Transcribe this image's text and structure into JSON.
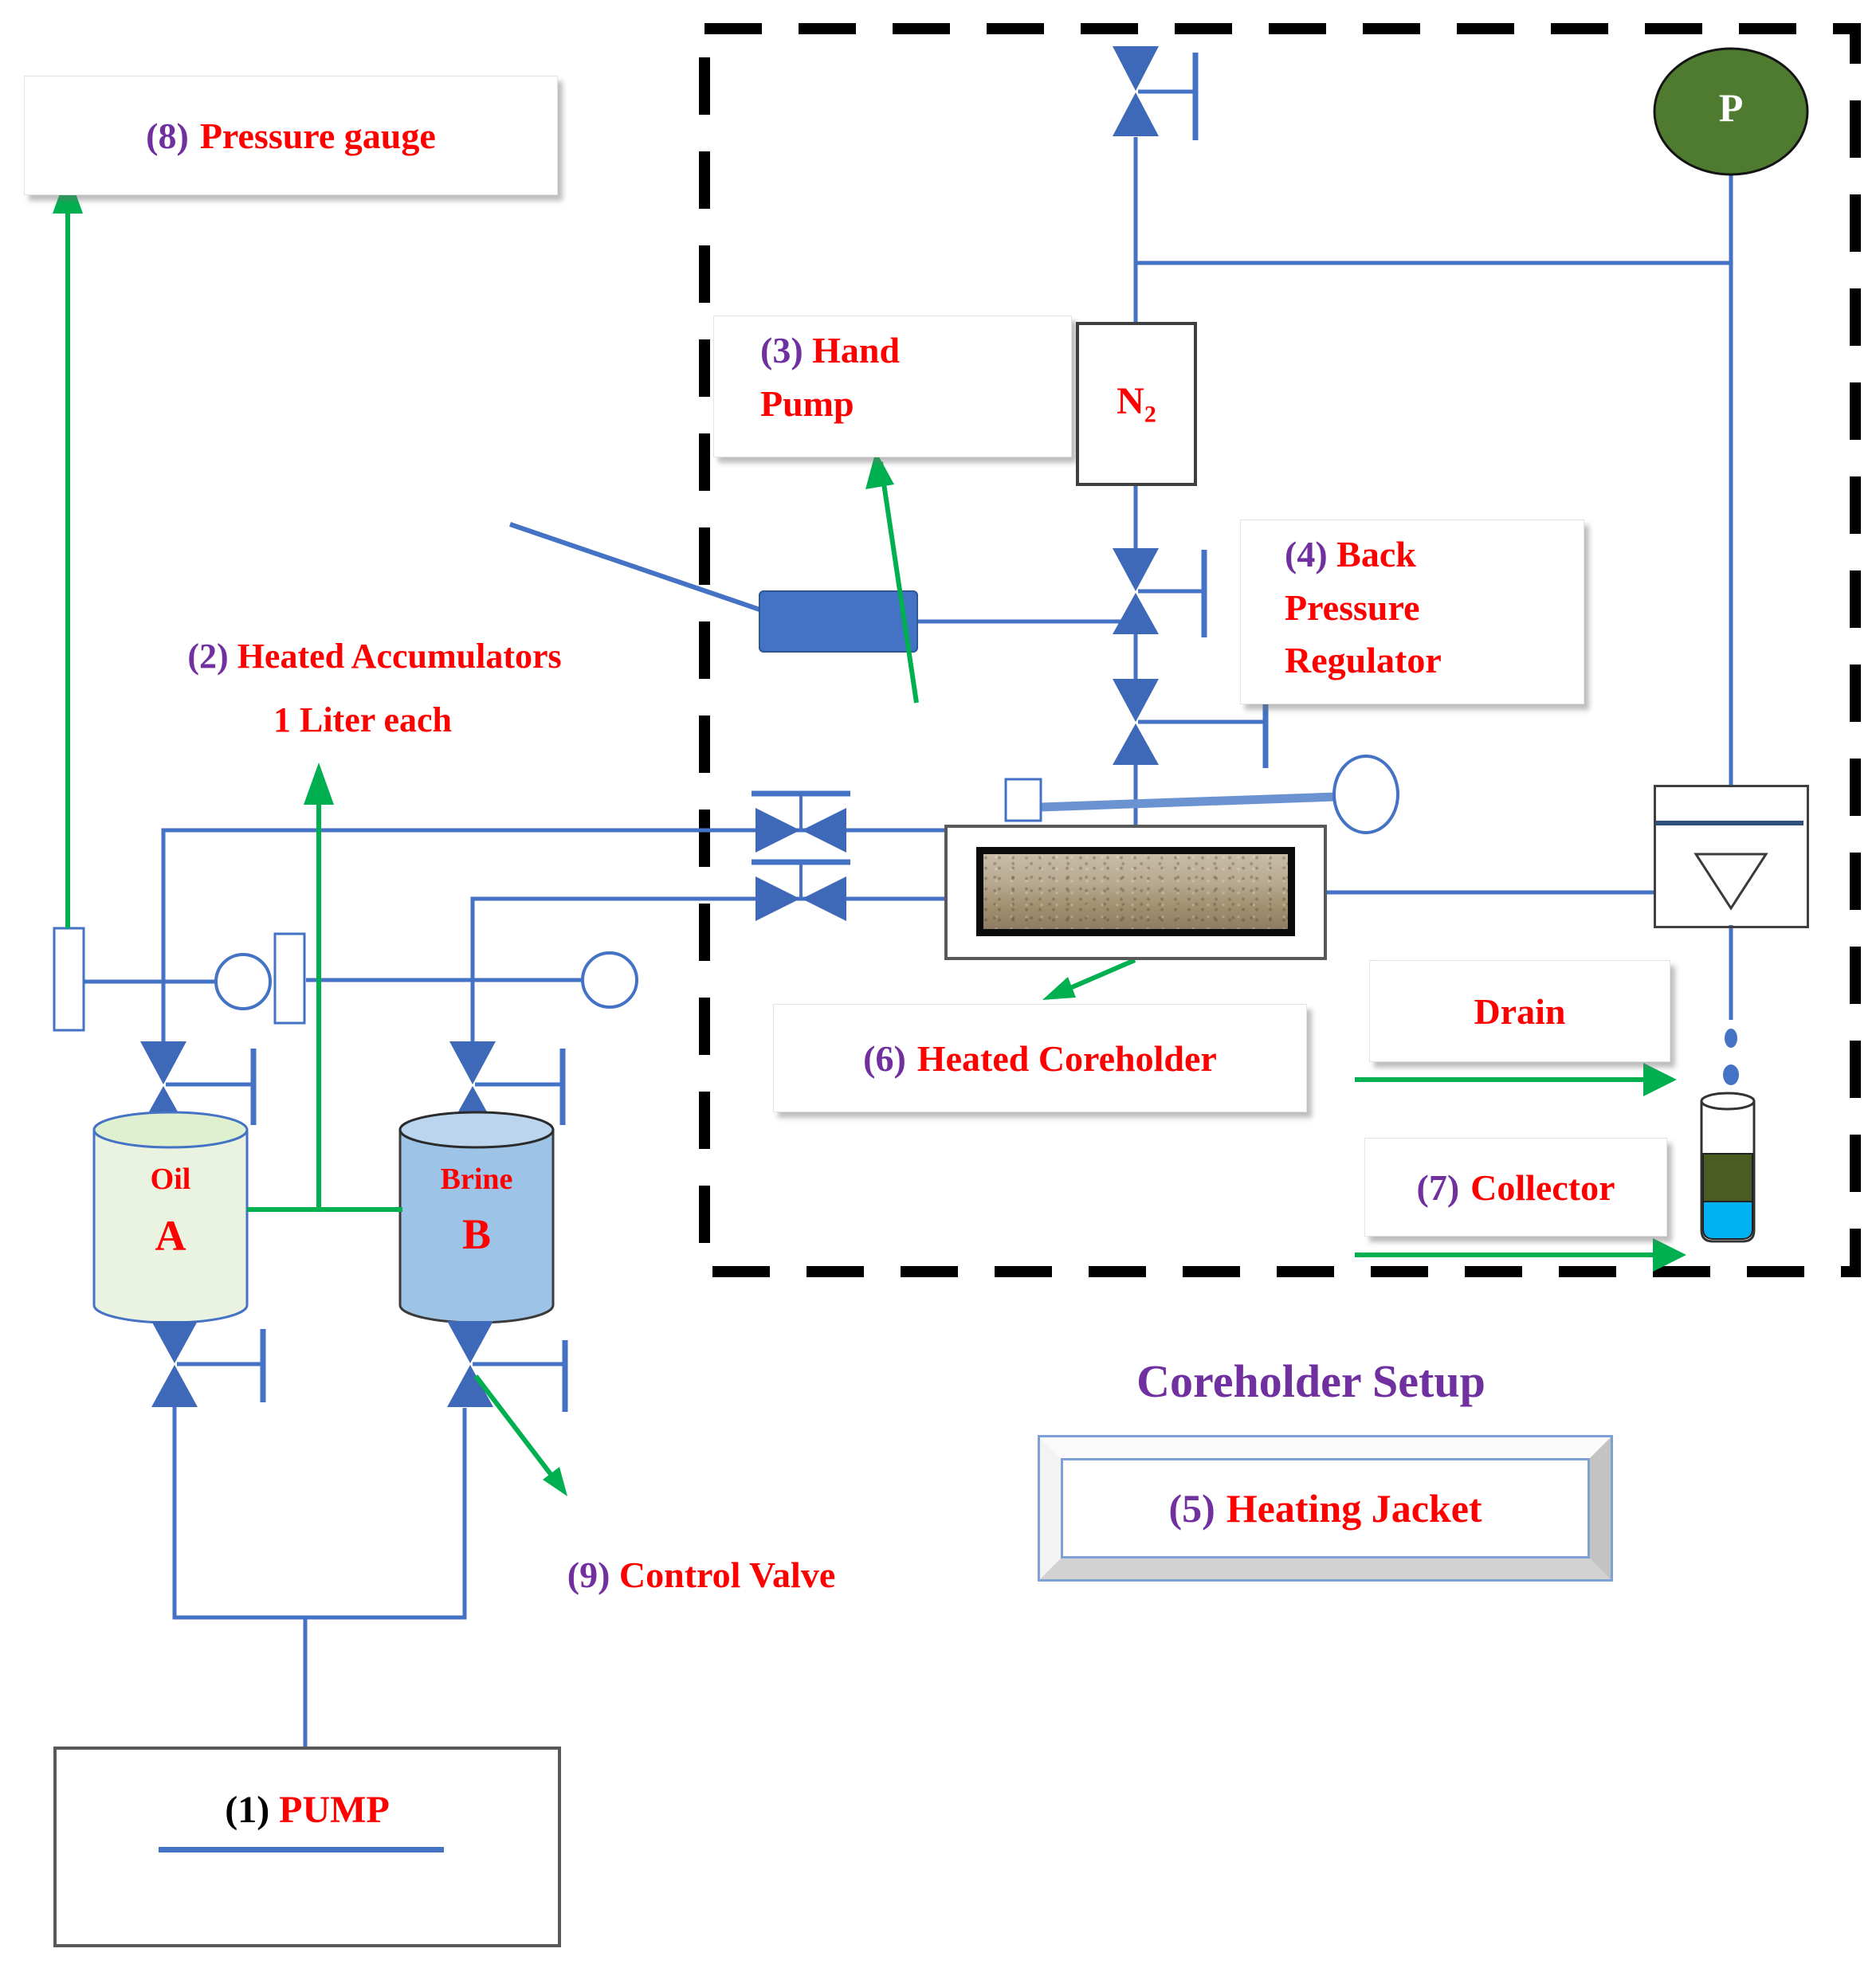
{
  "diagram_title": "Coreholder Setup",
  "labels": {
    "pump": {
      "num": "(1)",
      "text": "PUMP"
    },
    "accumulators": {
      "num": "(2)",
      "text": "Heated Accumulators",
      "subtext": "1 Liter each"
    },
    "hand_pump": {
      "num": "(3)",
      "line1": "Hand",
      "line2": "Pump"
    },
    "back_pressure_regulator": {
      "num": "(4)",
      "line1": "Back",
      "line2": "Pressure",
      "line3": "Regulator"
    },
    "heating_jacket": {
      "num": "(5)",
      "text": "Heating Jacket"
    },
    "heated_coreholder": {
      "num": "(6)",
      "text": "Heated Coreholder"
    },
    "collector": {
      "num": "(7)",
      "text": "Collector"
    },
    "pressure_gauge": {
      "num": "(8)",
      "text": "Pressure gauge"
    },
    "control_valve": {
      "num": "(9)",
      "text": "Control Valve"
    },
    "drain": "Drain"
  },
  "components": {
    "nitrogen": {
      "symbol": "N",
      "subscript": "2"
    },
    "pressure_indicator": "P",
    "accumulator_a": {
      "fluid": "Oil",
      "id": "A"
    },
    "accumulator_b": {
      "fluid": "Brine",
      "id": "B"
    }
  },
  "colors": {
    "pipe_blue": "#4472C4",
    "arrow_green": "#00B050",
    "label_red": "#FF0000",
    "number_purple": "#7030A0",
    "gauge_green": "#4E7B2F",
    "collector_oil": "#4A5C22",
    "collector_water": "#00B0F0",
    "oil_cylinder_fill": "#E9F3E0",
    "brine_cylinder_fill": "#9DC3E6",
    "boundary_black": "#000000"
  }
}
